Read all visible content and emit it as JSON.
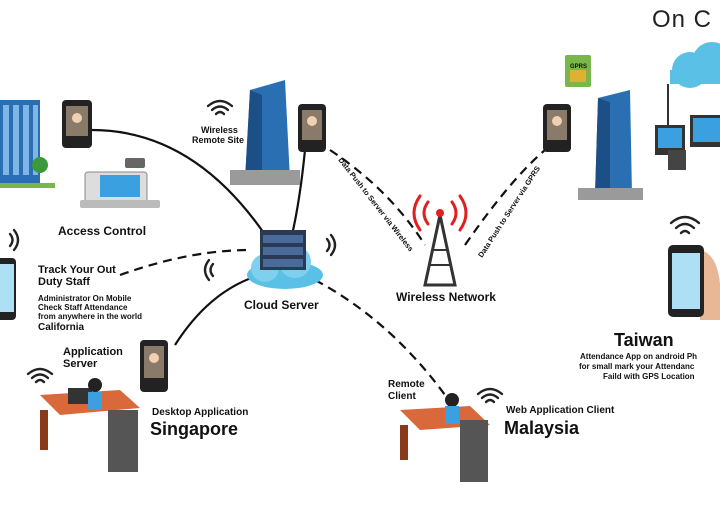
{
  "title": "On C",
  "labels": {
    "access_control": "Access Control",
    "wireless_remote_site_1": "Wireless",
    "wireless_remote_site_2": "Remote Site",
    "track_1": "Track Your Out",
    "track_2": "Duty Staff",
    "admin_1": "Administrator On Mobile",
    "admin_2": "Check Staff Attendance",
    "admin_3": "from anywhere in the world",
    "california": "California",
    "cloud_server": "Cloud Server",
    "application_server_1": "Application",
    "application_server_2": "Server",
    "desktop_application": "Desktop Application",
    "singapore": "Singapore",
    "remote_client_1": "Remote",
    "remote_client_2": "Client",
    "web_application_client": "Web Application Client",
    "malaysia": "Malaysia",
    "wireless_network": "Wireless Network",
    "taiwan": "Taiwan",
    "attendance_app_1": "Attendance App on android Ph",
    "attendance_app_2": "for small mark your Attendanc",
    "attendance_app_3": "Faild with GPS Location",
    "data_push_wireless": "Data Push to Server via Wireless",
    "data_push_gprs": "Data Push to Server via GPRS",
    "gprs_chip": "GPRS"
  },
  "colors": {
    "line": "#111111",
    "cloud": "#5bc0e6",
    "building": "#2b6fb3",
    "tower_signal": "#e02020",
    "device": "#333333",
    "desk": "#c0562a"
  }
}
